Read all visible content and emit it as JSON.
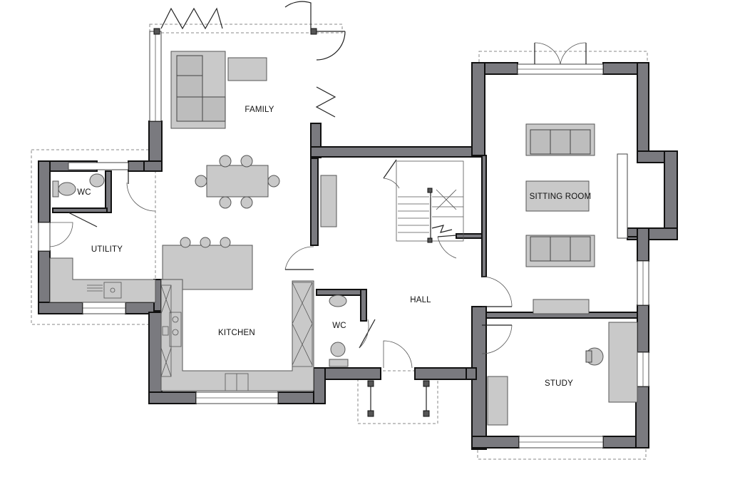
{
  "rooms": {
    "family": "FAMILY",
    "sitting_room": "SITTING ROOM",
    "utility": "UTILITY",
    "wc_utility": "WC",
    "hall": "HALL",
    "wc_hall": "WC",
    "kitchen": "KITCHEN",
    "study": "STUDY"
  },
  "colors": {
    "wall": "#7a7a7f",
    "furniture": "#c9c9c9",
    "background": "#ffffff"
  }
}
